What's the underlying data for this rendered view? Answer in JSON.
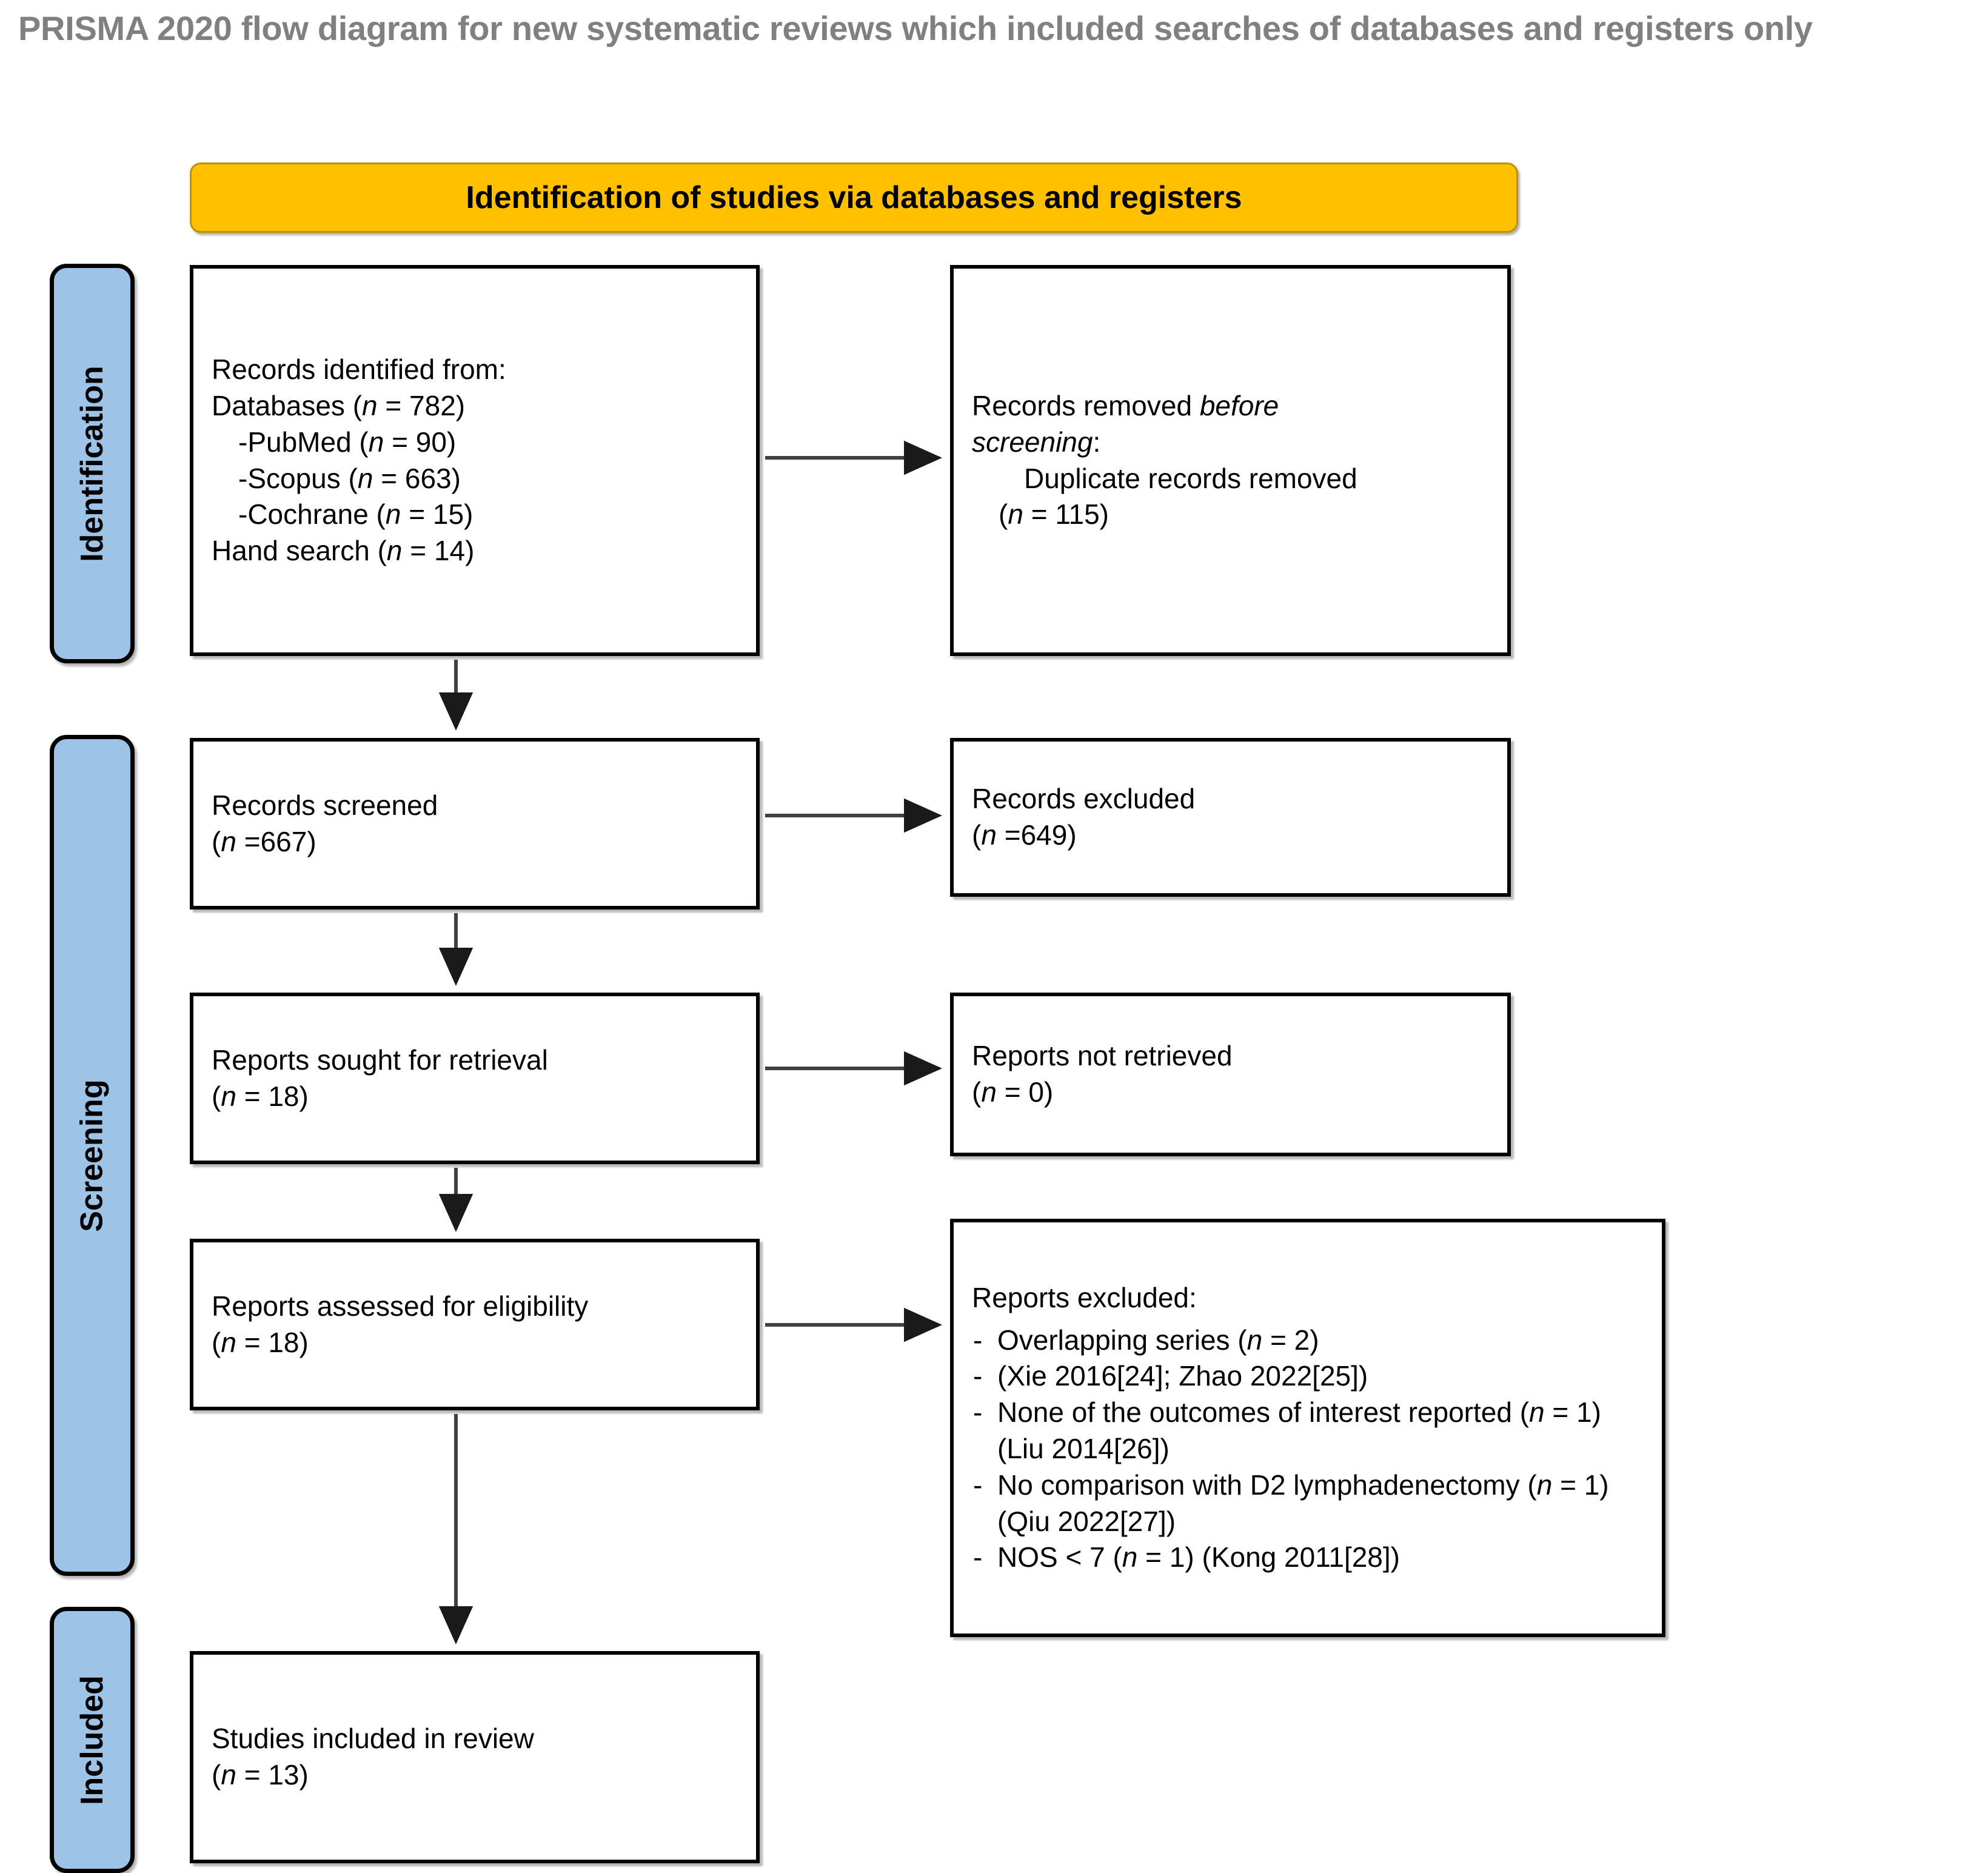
{
  "title": "PRISMA 2020 flow diagram for new systematic reviews which included searches of databases and registers only",
  "banner": {
    "label": "Identification of studies via databases and registers"
  },
  "stages": [
    {
      "key": "identification",
      "label": "Identification"
    },
    {
      "key": "screening",
      "label": "Screening"
    },
    {
      "key": "included",
      "label": "Included"
    }
  ],
  "boxes": {
    "identified": {
      "lines": [
        {
          "text": "Records identified from:",
          "indent": 0
        },
        {
          "text": "Databases (n = 782)",
          "indent": 0
        },
        {
          "text": "-PubMed (n = 90)",
          "indent": 1
        },
        {
          "text": "-Scopus (n = 663)",
          "indent": 1
        },
        {
          "text": "-Cochrane (n = 15)",
          "indent": 1
        },
        {
          "text": "Hand search (n = 14)",
          "indent": 0
        }
      ]
    },
    "removed": {
      "lines": [
        {
          "text": "Records removed before",
          "indent": 0
        },
        {
          "text": "screening:",
          "indent": 0
        },
        {
          "text": "Duplicate records removed",
          "indent": 2
        },
        {
          "text": "(n = 115)",
          "indent": 1
        }
      ]
    },
    "screened": {
      "lines": [
        {
          "text": "Records screened",
          "indent": 0
        },
        {
          "text": "(n =667)",
          "indent": 0
        }
      ]
    },
    "excluded_records": {
      "lines": [
        {
          "text": "Records excluded",
          "indent": 0
        },
        {
          "text": "(n =649)",
          "indent": 0
        }
      ]
    },
    "sought": {
      "lines": [
        {
          "text": "Reports sought for retrieval",
          "indent": 0
        },
        {
          "text": "(n = 18)",
          "indent": 0
        }
      ]
    },
    "not_retrieved": {
      "lines": [
        {
          "text": "Reports not retrieved",
          "indent": 0
        },
        {
          "text": "(n = 0)",
          "indent": 0
        }
      ]
    },
    "assessed": {
      "lines": [
        {
          "text": "Reports assessed for eligibility",
          "indent": 0
        },
        {
          "text": "(n = 18)",
          "indent": 0
        }
      ]
    },
    "reports_excluded": {
      "heading": "Reports excluded:",
      "items": [
        "Overlapping series (n = 2)",
        "(Xie 2016[24]; Zhao 2022[25])",
        "None of the outcomes of interest reported (n = 1) (Liu 2014[26])",
        "No comparison with D2 lymphadenectomy (n = 1) (Qiu 2022[27])",
        "NOS < 7 (n = 1) (Kong 2011[28])"
      ],
      "bullet": "-"
    },
    "included_studies": {
      "lines": [
        {
          "text": "Studies included in review",
          "indent": 0
        },
        {
          "text": "(n = 13)",
          "indent": 0
        }
      ]
    }
  },
  "colors": {
    "banner_fill": "#FFC000",
    "banner_stroke": "#BF9000",
    "stage_fill": "#9DC3E6",
    "box_stroke": "#000000",
    "title_text": "#808080",
    "connector": "#404040"
  }
}
